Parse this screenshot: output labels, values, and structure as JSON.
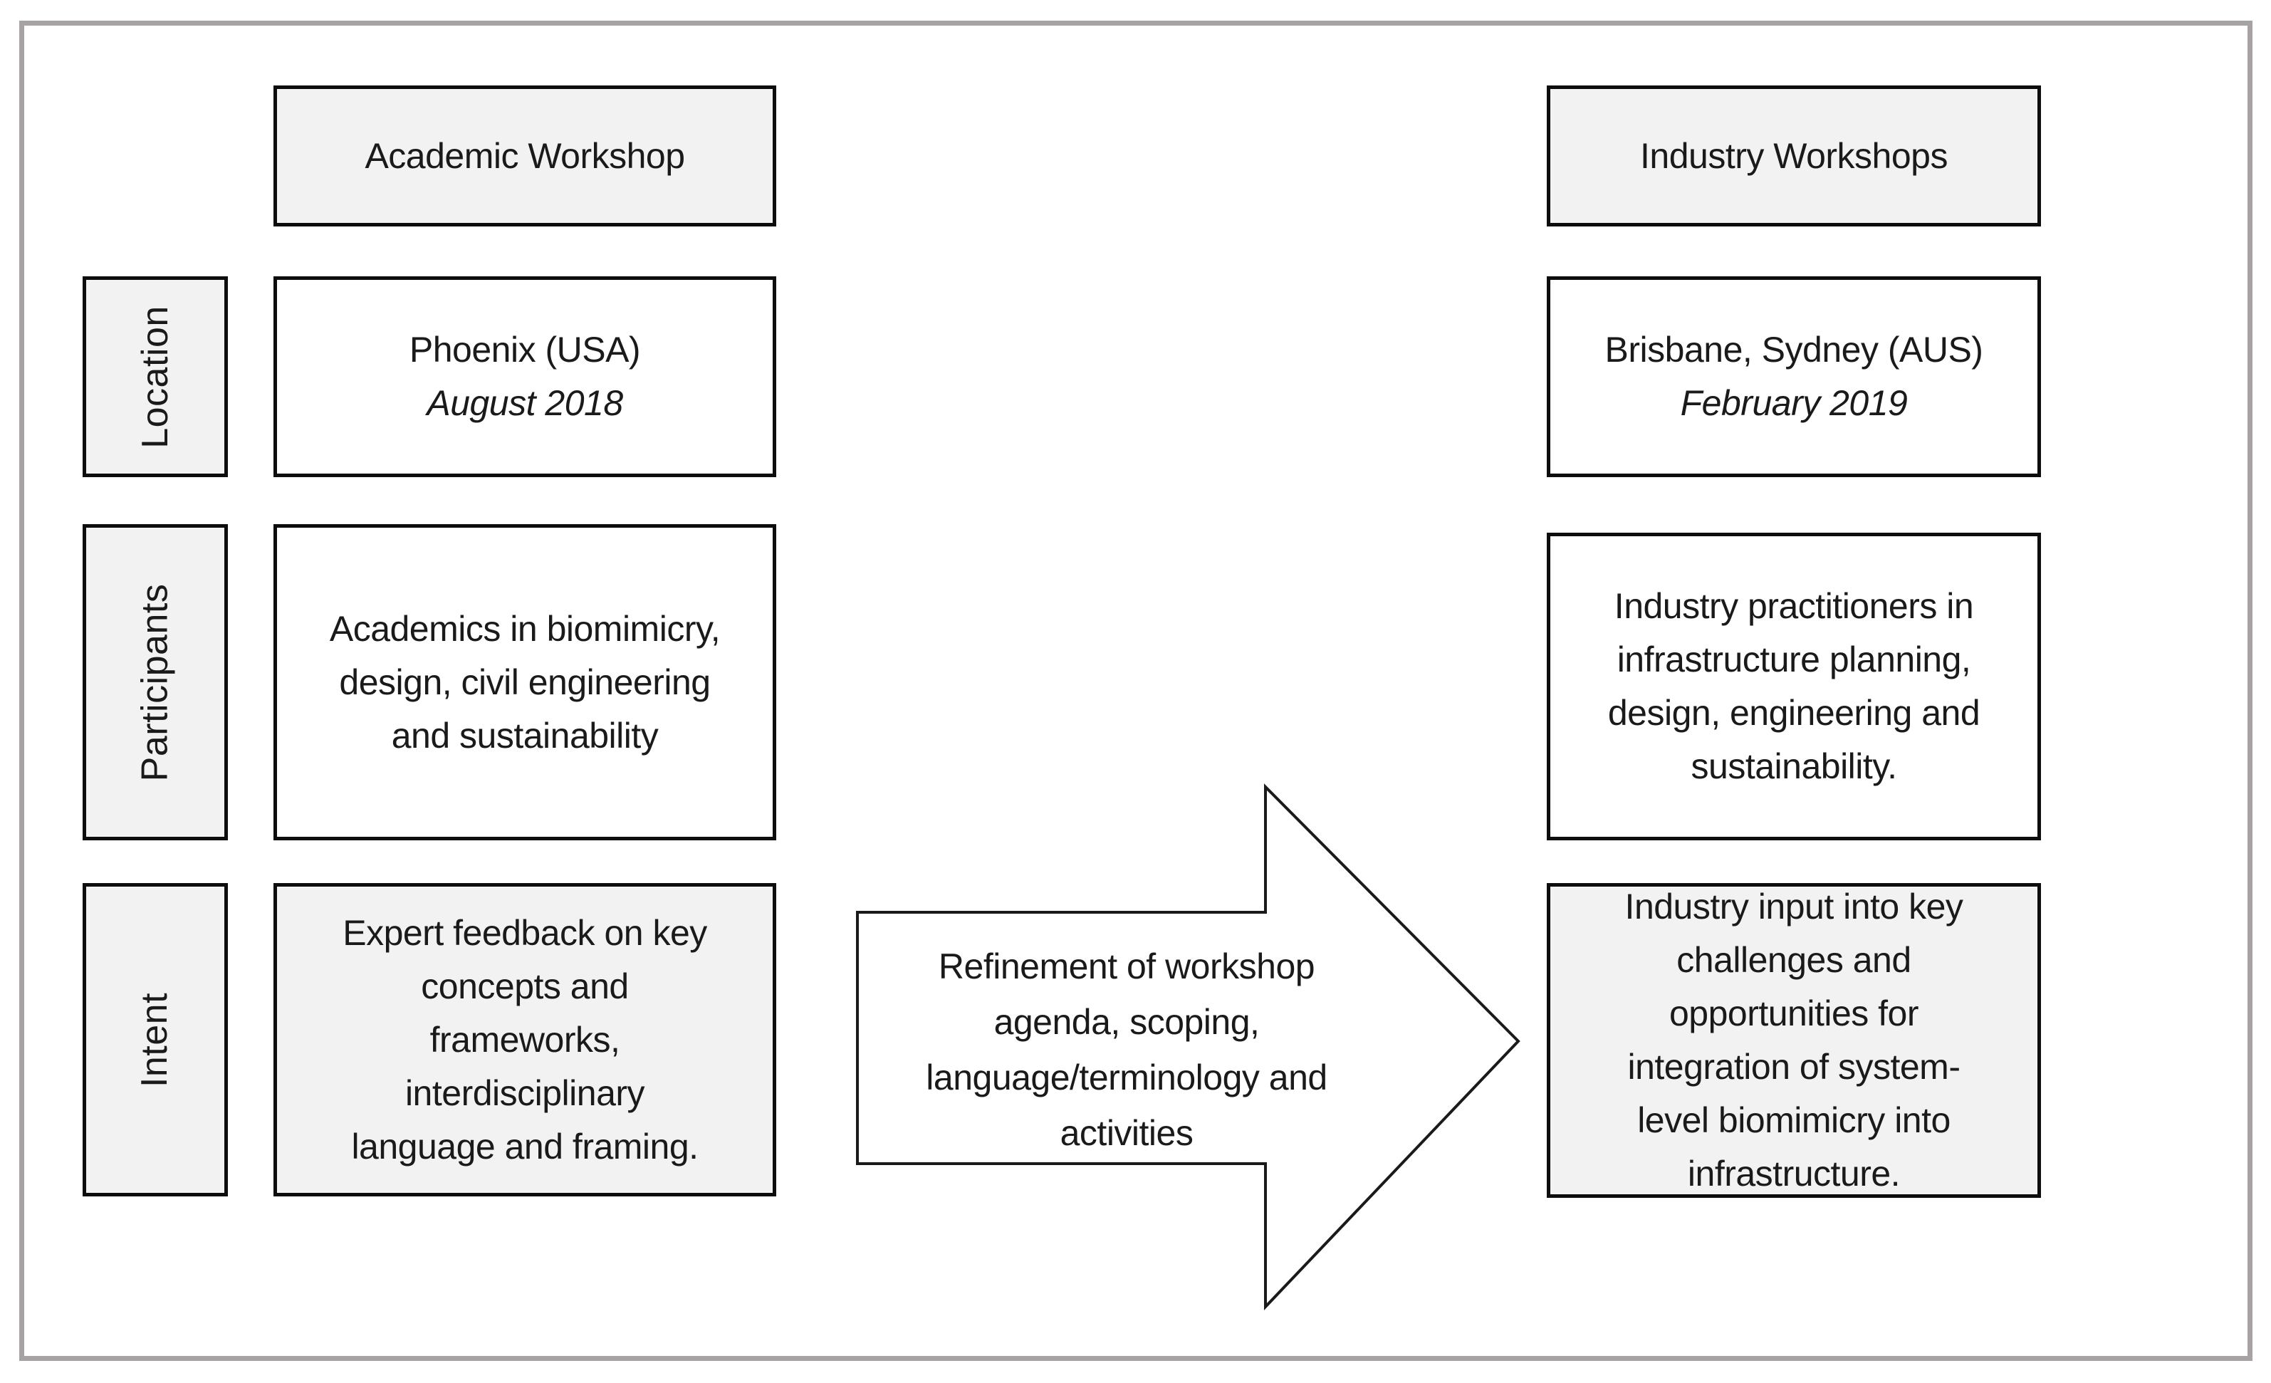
{
  "figure": {
    "row_labels": {
      "location": "Location",
      "participants": "Participants",
      "intent": "Intent"
    },
    "academic": {
      "header": "Academic Workshop",
      "location_lines": [
        "Phoenix (USA)",
        "August 2018"
      ],
      "participants_lines": [
        "Academics in biomimicry,",
        "design, civil engineering",
        "and sustainability"
      ],
      "intent_lines": [
        "Expert feedback on key",
        "concepts and",
        "frameworks,",
        "interdisciplinary",
        "language and framing."
      ]
    },
    "industry": {
      "header": "Industry Workshops",
      "location_lines": [
        "Brisbane, Sydney (AUS)",
        "February 2019"
      ],
      "participants_lines": [
        "Industry practitioners in",
        "infrastructure planning,",
        "design, engineering and",
        "sustainability."
      ],
      "intent_lines": [
        "Industry input into key",
        "challenges and",
        "opportunities for",
        "integration of system-",
        "level biomimicry into",
        "infrastructure."
      ]
    },
    "arrow_lines": [
      "Refinement of workshop",
      "agenda, scoping,",
      "language/terminology and",
      "activities"
    ],
    "colors": {
      "box_gray": "#f2f2f2",
      "box_white": "#ffffff",
      "box_border": "#0d0d0d",
      "frame_border": "#a7a3a3",
      "text": "#1a1a1a"
    }
  }
}
